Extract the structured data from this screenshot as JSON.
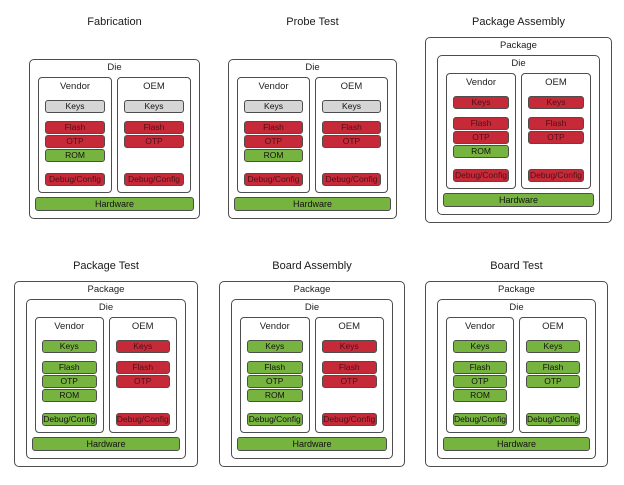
{
  "diagram": {
    "labels": {
      "package": "Package",
      "die": "Die",
      "vendor": "Vendor",
      "oem": "OEM",
      "keys": "Keys",
      "flash": "Flash",
      "otp": "OTP",
      "rom": "ROM",
      "debug": "Debug/Config",
      "hardware": "Hardware"
    },
    "colors": {
      "red": "#c62a39",
      "green": "#77b43f",
      "gray": "#d5d5d5",
      "border": "#4d4d4d",
      "red_text": "#4d1016"
    },
    "panels": [
      {
        "title": "Fabrication",
        "has_package": false,
        "vendor": {
          "keys": "gray",
          "flash": "red",
          "otp": "red",
          "rom": "green",
          "debug": "red"
        },
        "oem": {
          "keys": "gray",
          "flash": "red",
          "otp": "red",
          "debug": "red"
        },
        "hardware": "green"
      },
      {
        "title": "Probe Test",
        "has_package": false,
        "vendor": {
          "keys": "gray",
          "flash": "red",
          "otp": "red",
          "rom": "green",
          "debug": "red"
        },
        "oem": {
          "keys": "gray",
          "flash": "red",
          "otp": "red",
          "debug": "red"
        },
        "hardware": "green"
      },
      {
        "title": "Package Assembly",
        "has_package": true,
        "vendor": {
          "keys": "red",
          "flash": "red",
          "otp": "red",
          "rom": "green",
          "debug": "red"
        },
        "oem": {
          "keys": "red",
          "flash": "red",
          "otp": "red",
          "debug": "red"
        },
        "hardware": "green"
      },
      {
        "title": "Package Test",
        "has_package": true,
        "vendor": {
          "keys": "green",
          "flash": "green",
          "otp": "green",
          "rom": "green",
          "debug": "green"
        },
        "oem": {
          "keys": "red",
          "flash": "red",
          "otp": "red",
          "debug": "red"
        },
        "hardware": "green"
      },
      {
        "title": "Board Assembly",
        "has_package": true,
        "vendor": {
          "keys": "green",
          "flash": "green",
          "otp": "green",
          "rom": "green",
          "debug": "green"
        },
        "oem": {
          "keys": "red",
          "flash": "red",
          "otp": "red",
          "debug": "red"
        },
        "hardware": "green"
      },
      {
        "title": "Board Test",
        "has_package": true,
        "vendor": {
          "keys": "green",
          "flash": "green",
          "otp": "green",
          "rom": "green",
          "debug": "green"
        },
        "oem": {
          "keys": "green",
          "flash": "green",
          "otp": "green",
          "debug": "green"
        },
        "hardware": "green"
      }
    ]
  }
}
